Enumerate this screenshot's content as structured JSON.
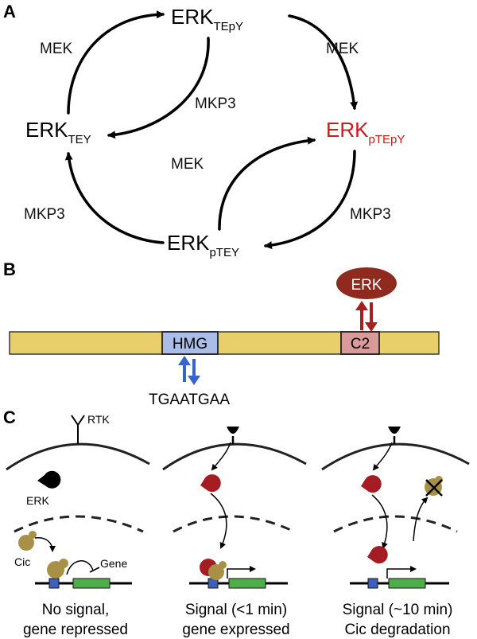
{
  "panels": {
    "a": "A",
    "b": "B",
    "c": "C"
  },
  "panel_a": {
    "erk_base": "ERK",
    "states": {
      "top": "TEpY",
      "left": "TEY",
      "right": "pTEpY",
      "bottom": "pTEY"
    },
    "enzymes": {
      "mek_top_left": "MEK",
      "mek_top_right": "MEK",
      "mkp3_inner_top": "MKP3",
      "mek_inner_bottom": "MEK",
      "mkp3_bottom_left": "MKP3",
      "mkp3_bottom_right": "MKP3"
    },
    "colors": {
      "highlight": "#cc1a1a",
      "default": "#000000"
    }
  },
  "panel_b": {
    "hmg_label": "HMG",
    "c2_label": "C2",
    "erk_label": "ERK",
    "dna_motif": "TGAATGAA",
    "colors": {
      "protein_bar": "#e8cf6a",
      "hmg_box": "#a9bde6",
      "c2_box": "#d99a9a",
      "erk_oval": "#8f2a1e",
      "blue_arrows": "#3a63c9",
      "red_arrows": "#a61e1e"
    }
  },
  "panel_c": {
    "rtk_label": "RTK",
    "erk_label": "ERK",
    "cic_label": "Cic",
    "gene_label": "Gene",
    "captions": [
      {
        "line1": "No signal,",
        "line2": "gene repressed"
      },
      {
        "line1": "Signal (<1 min)",
        "line2": "gene expressed"
      },
      {
        "line1": "Signal (~10 min)",
        "line2": "Cic degradation"
      }
    ],
    "colors": {
      "erk_inactive": "#000000",
      "erk_active": "#a51c22",
      "cic": "#a89146",
      "promoter": "#3f5fbf",
      "gene_body": "#4fae4a"
    }
  }
}
